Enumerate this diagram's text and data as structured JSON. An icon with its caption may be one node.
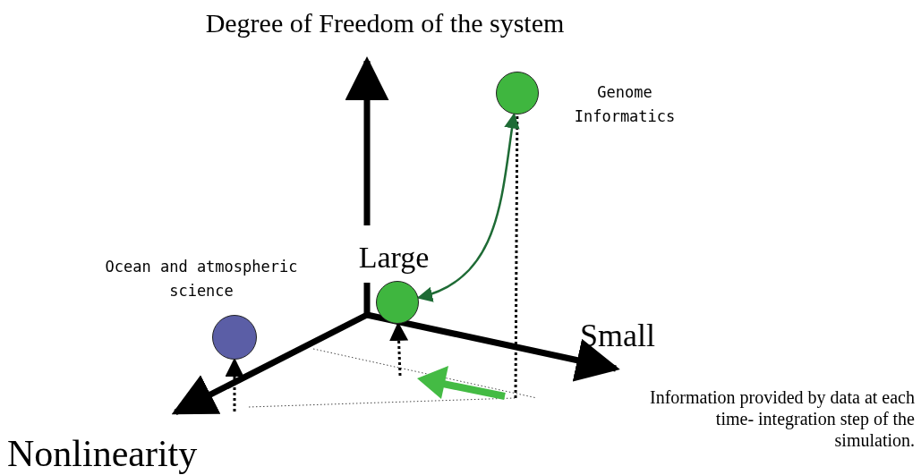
{
  "diagram": {
    "nodes": [
      {
        "text": [],
        "shape": "circle",
        "beside": [
          "Ocean and atmospheric science"
        ]
      },
      {
        "text": [],
        "shape": "circle"
      },
      {
        "text": [],
        "shape": "circle",
        "beside": [
          "Genome Informatics"
        ]
      }
    ],
    "edges": [
      {
        "from": null,
        "to": 0,
        "arrow": "to",
        "style": "dashed"
      },
      {
        "from": null,
        "to": 1,
        "arrow": "to",
        "style": "dashed"
      },
      {
        "from": null,
        "to": 2,
        "arrow": "none",
        "style": "dashed"
      },
      {
        "from": 1,
        "to": 2,
        "arrow": "both",
        "color": "#1e6b35"
      }
    ],
    "labels": [
      "Degree of Freedom of the system",
      "Large",
      "Small",
      "Nonlinearity",
      "Information provided by data at each time- integration step of the simulation."
    ]
  }
}
